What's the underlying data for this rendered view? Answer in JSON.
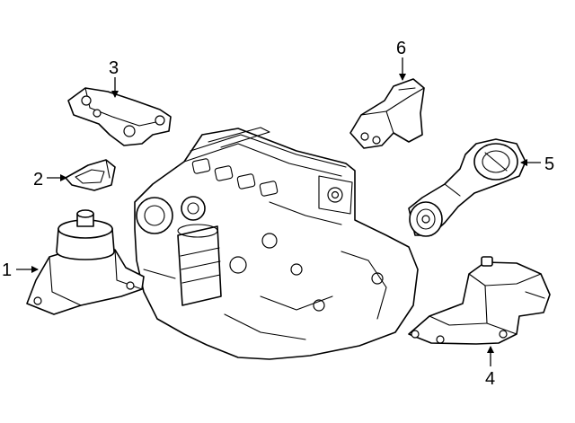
{
  "callouts": [
    {
      "number": "1",
      "part": "mount-1"
    },
    {
      "number": "2",
      "part": "bracket-2"
    },
    {
      "number": "3",
      "part": "bracket-3"
    },
    {
      "number": "4",
      "part": "mount-4"
    },
    {
      "number": "5",
      "part": "torque-rod-5"
    },
    {
      "number": "6",
      "part": "bracket-6"
    }
  ],
  "colors": {
    "line": "#000000",
    "background": "#ffffff"
  }
}
